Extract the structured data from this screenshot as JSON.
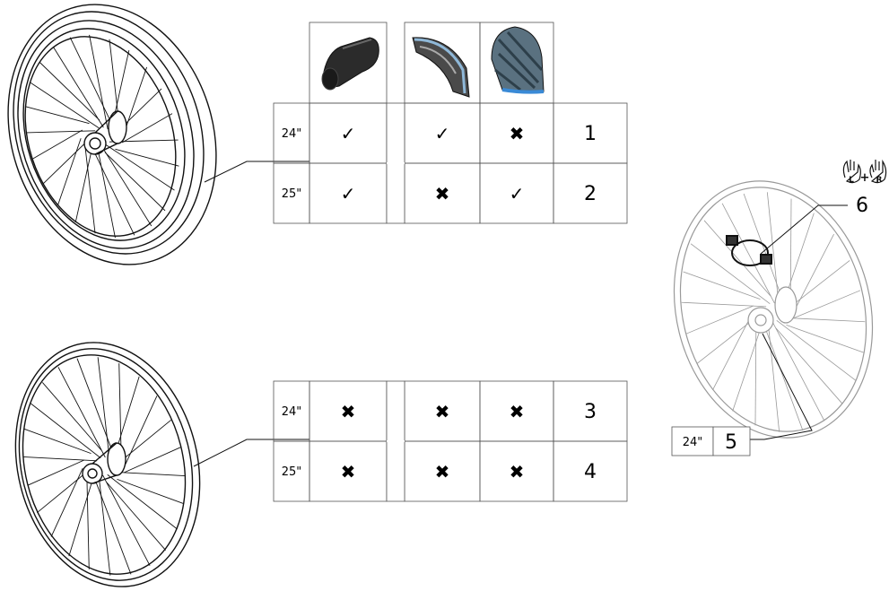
{
  "tire_columns": [
    {
      "icon": "solid-tire-insert-icon"
    },
    {
      "icon": "smooth-tire-profile-icon"
    },
    {
      "icon": "treaded-tire-profile-icon"
    }
  ],
  "tables": [
    {
      "rows": [
        {
          "size": "24\"",
          "marks": [
            "✓",
            "✓",
            "✖"
          ],
          "ref": "1"
        },
        {
          "size": "25\"",
          "marks": [
            "✓",
            "✖",
            "✓"
          ],
          "ref": "2"
        }
      ]
    },
    {
      "rows": [
        {
          "size": "24\"",
          "marks": [
            "✖",
            "✖",
            "✖"
          ],
          "ref": "3"
        },
        {
          "size": "25\"",
          "marks": [
            "✖",
            "✖",
            "✖"
          ],
          "ref": "4"
        }
      ]
    }
  ],
  "right_wheel": {
    "size": "24\"",
    "ref": "5",
    "part_ref": "6",
    "hand_left_letter": "L",
    "hand_plus": "+",
    "hand_right_letter": "R"
  }
}
